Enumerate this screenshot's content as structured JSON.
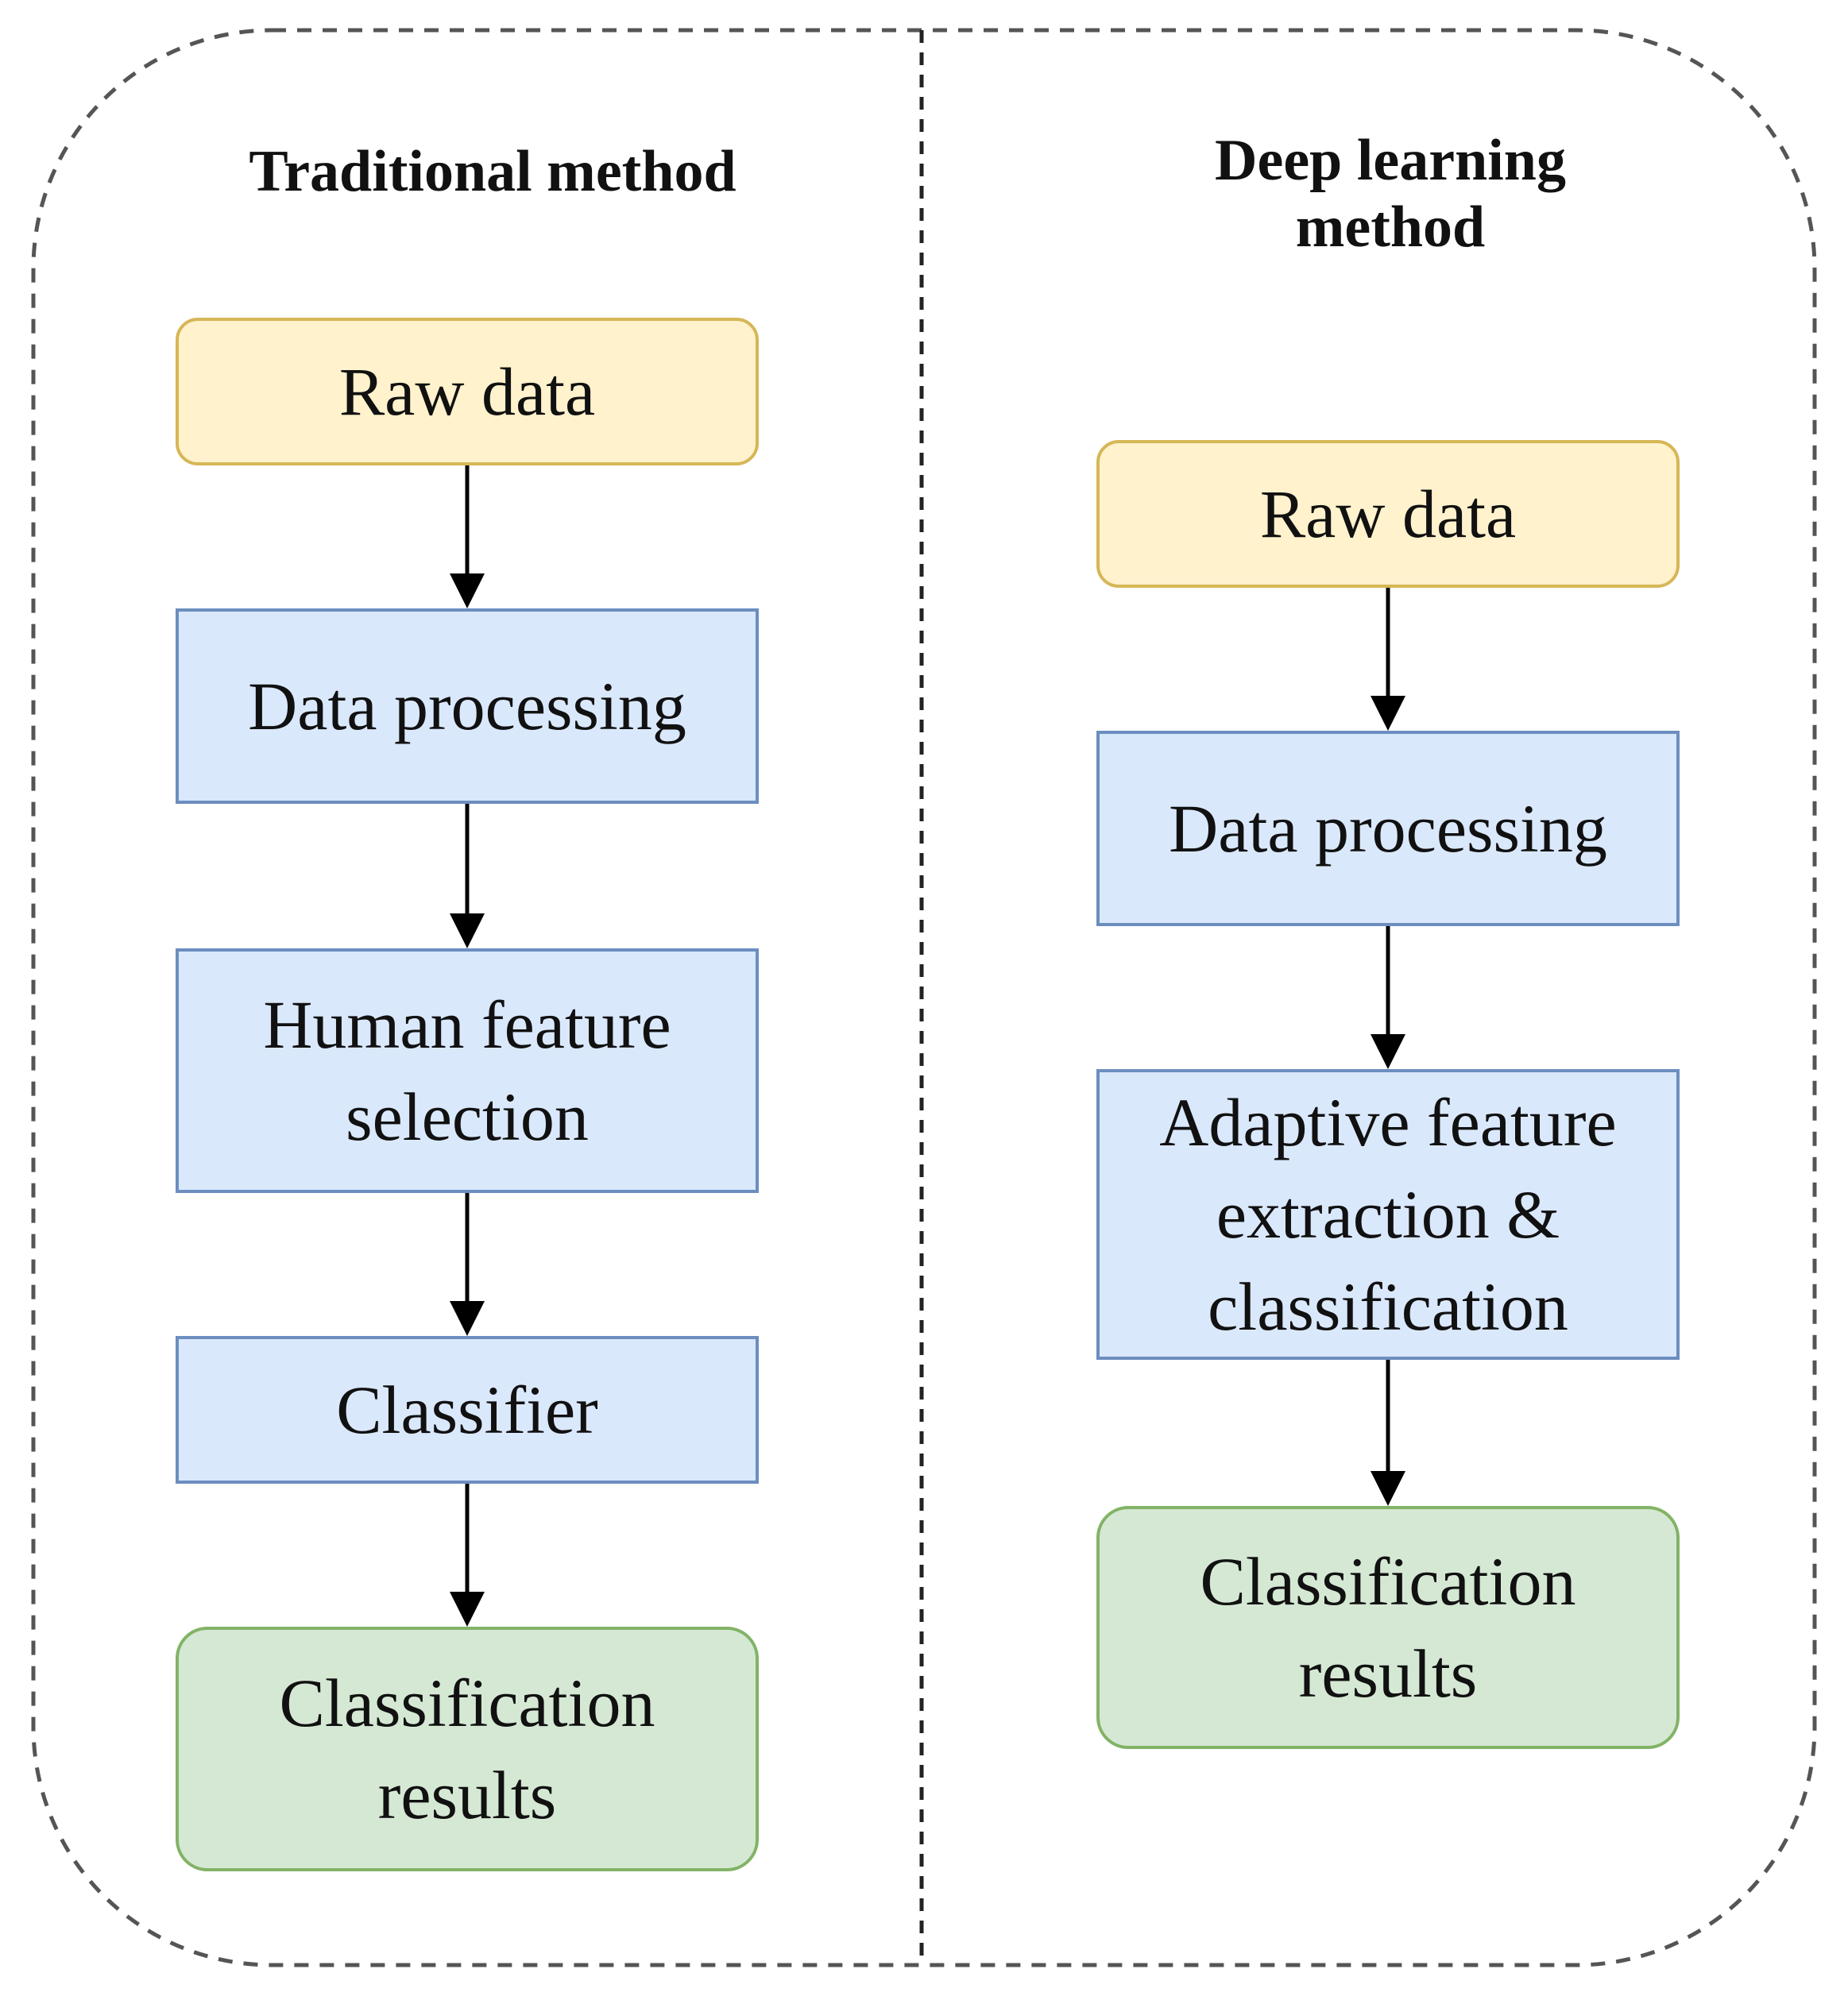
{
  "columns": {
    "traditional": {
      "title": "Traditional method",
      "steps": [
        "Raw data",
        "Data processing",
        "Human feature\nselection",
        "Classifier",
        "Classification\nresults"
      ]
    },
    "deep_learning": {
      "title": "Deep learning\nmethod",
      "steps": [
        "Raw data",
        "Data processing",
        "Adaptive feature\nextraction &\nclassification",
        "Classification\nresults"
      ]
    }
  },
  "colors": {
    "input_fill": "#fff2cc",
    "input_stroke": "#d6b656",
    "process_fill": "#dae8fc",
    "process_stroke": "#6c8ebf",
    "output_fill": "#d5e8d4",
    "output_stroke": "#82b366",
    "frame_stroke": "#555555",
    "arrow": "#000000"
  }
}
